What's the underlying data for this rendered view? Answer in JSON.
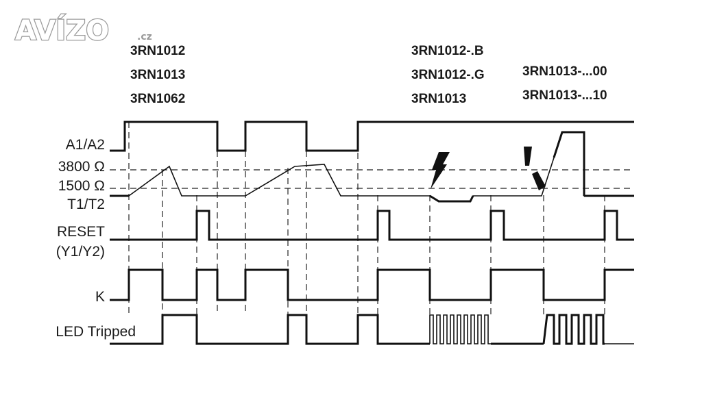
{
  "logo": {
    "name": "AVÍZO",
    "suffix": ".cz"
  },
  "model_groups": [
    [
      "3RN1012",
      "3RN1013",
      "3RN1062"
    ],
    [
      "3RN1012-.B",
      "3RN1012-.G",
      "3RN1013"
    ],
    [
      "3RN1013-...00",
      "3RN1013-...10"
    ]
  ],
  "signal_labels": {
    "a1a2": "A1/A2",
    "r3800": "3800 Ω",
    "r1500": "1500 Ω",
    "t1t2": "T1/T2",
    "reset": "RESET",
    "reset_sub": "(Y1/Y2)",
    "k": "K",
    "led": "LED Tripped"
  },
  "icons": [
    "lightning-bolt-icon",
    "short-circuit-icon"
  ]
}
